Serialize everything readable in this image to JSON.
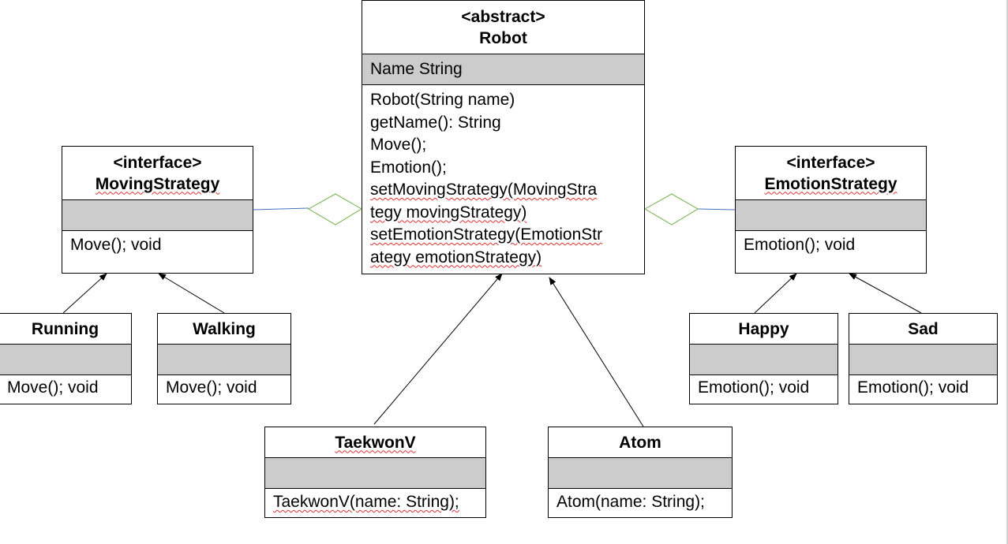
{
  "robot": {
    "stereotype": "<abstract>",
    "name": "Robot",
    "attribute": "Name String",
    "operations": [
      "Robot(String name)",
      "getName(): String",
      "Move();",
      "Emotion();",
      "setMovingStrategy(MovingStra",
      "tegy movingStrategy)",
      "setEmotionStrategy(EmotionStr",
      "ategy emotionStrategy)"
    ]
  },
  "moving_strategy": {
    "stereotype": "<interface>",
    "name": "MovingStrategy",
    "operation": "Move(); void"
  },
  "emotion_strategy": {
    "stereotype": "<interface>",
    "name": "EmotionStrategy",
    "operation": "Emotion(); void"
  },
  "running": {
    "name": "Running",
    "operation": "Move(); void"
  },
  "walking": {
    "name": "Walking",
    "operation": "Move(); void"
  },
  "happy": {
    "name": "Happy",
    "operation": "Emotion(); void"
  },
  "sad": {
    "name": "Sad",
    "operation": "Emotion(); void"
  },
  "taekwonv": {
    "name": "TaekwonV",
    "operation": "TaekwonV(name: String);"
  },
  "atom": {
    "name": "Atom",
    "operation": "Atom(name: String);"
  },
  "colors": {
    "compartment": "#cccccc",
    "aggregation_diamond": "#70ad47",
    "association_line": "#4472c4",
    "spellcheck": "#e03030"
  }
}
